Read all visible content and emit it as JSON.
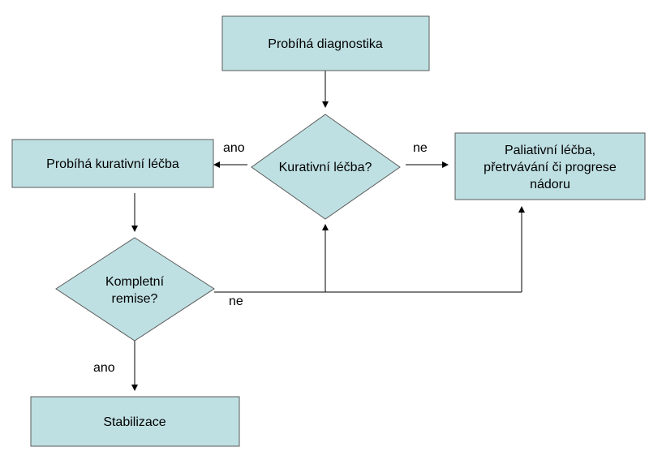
{
  "colors": {
    "node_fill": "#bfe0e3",
    "node_stroke": "#5a5a5a",
    "line": "#000000",
    "text": "#000000"
  },
  "nodes": {
    "diagnostika": {
      "line1": "Probíhá diagnostika"
    },
    "kurativni_dotaz": {
      "line1": "Kurativní léčba?"
    },
    "kurativni_lecba": {
      "line1": "Probíhá kurativní léčba"
    },
    "paliativni": {
      "line1": "Paliativní léčba,",
      "line2": "přetrvávání či progrese",
      "line3": "nádoru"
    },
    "remise_dotaz": {
      "line1": "Kompletní",
      "line2": "remise?"
    },
    "stabilizace": {
      "line1": "Stabilizace"
    }
  },
  "edges": {
    "kurativni_ano": "ano",
    "kurativni_ne": "ne",
    "remise_ne": "ne",
    "remise_ano": "ano"
  }
}
